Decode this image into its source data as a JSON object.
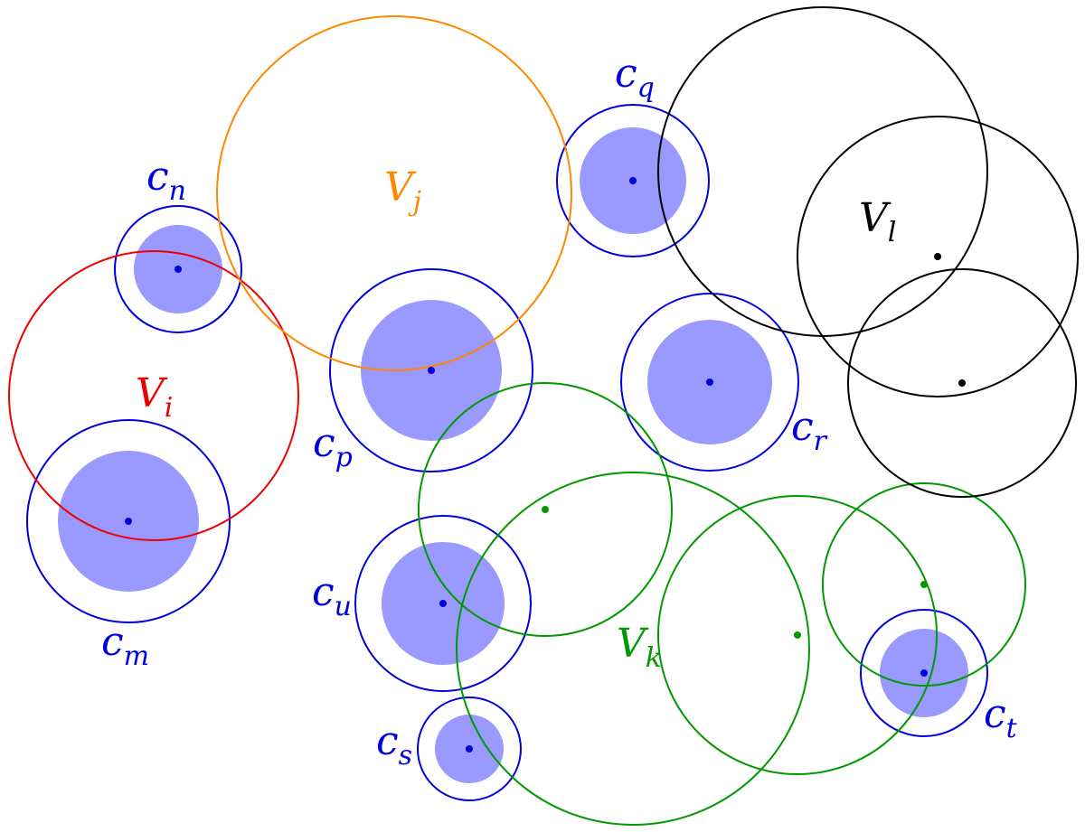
{
  "colors": {
    "blue": "#0000dd",
    "disk_fill": "#9999ff",
    "red": "#ee0000",
    "orange": "#ff8800",
    "green": "#009900",
    "black": "#000000"
  },
  "labels": {
    "c_n": {
      "main": "c",
      "sub": "n"
    },
    "c_m": {
      "main": "c",
      "sub": "m"
    },
    "c_p": {
      "main": "c",
      "sub": "p"
    },
    "c_q": {
      "main": "c",
      "sub": "q"
    },
    "c_r": {
      "main": "c",
      "sub": "r"
    },
    "c_u": {
      "main": "c",
      "sub": "u"
    },
    "c_s": {
      "main": "c",
      "sub": "s"
    },
    "c_t": {
      "main": "c",
      "sub": "t"
    },
    "V_i": {
      "main": "V",
      "sub": "i"
    },
    "V_j": {
      "main": "V",
      "sub": "j"
    },
    "V_k": {
      "main": "V",
      "sub": "k"
    },
    "V_l": {
      "main": "V",
      "sub": "l"
    }
  }
}
